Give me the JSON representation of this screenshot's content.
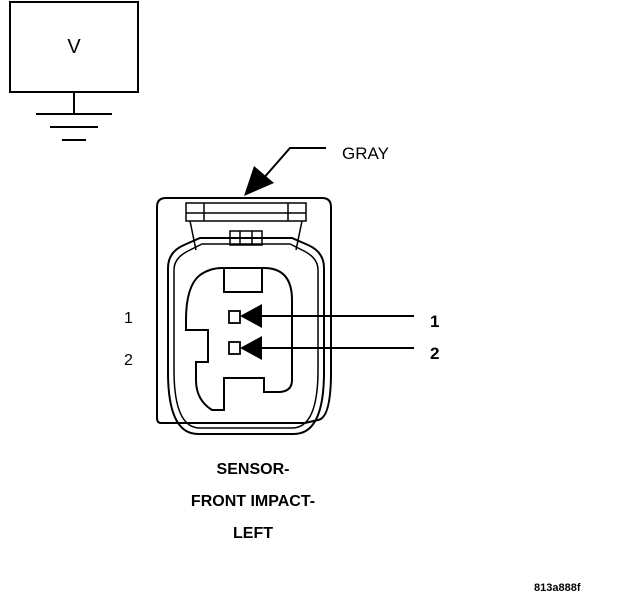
{
  "meter": {
    "label": "V"
  },
  "connector": {
    "color_label": "GRAY",
    "pin_labels_left": [
      "1",
      "2"
    ],
    "pin_labels_right": [
      "1",
      "2"
    ],
    "title_lines": [
      "SENSOR-",
      "FRONT IMPACT-",
      "LEFT"
    ]
  },
  "figure_id": "813a888f"
}
